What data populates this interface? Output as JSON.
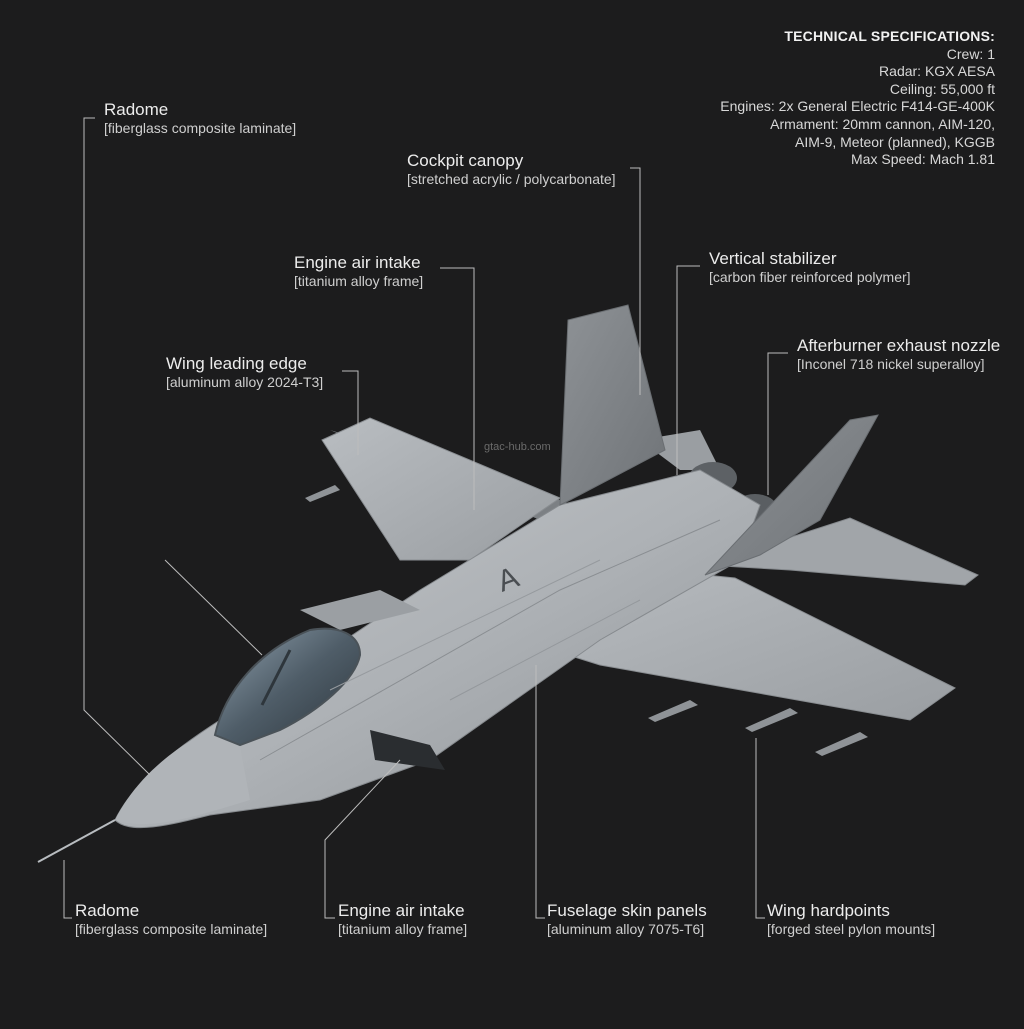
{
  "specs": {
    "heading": "TECHNICAL SPECIFICATIONS:",
    "lines": [
      "Crew: 1",
      "Radar: KGX AESA",
      "Ceiling: 55,000 ft",
      "Engines: 2x General Electric F414-GE-400K",
      "Armament: 20mm cannon, AIM-120,",
      "AIM-9, Meteor (planned), KGGB",
      "Max Speed: Mach 1.81"
    ]
  },
  "callouts": {
    "radome_top": {
      "title": "Radome",
      "material": "[fiberglass composite laminate]"
    },
    "canopy": {
      "title": "Cockpit canopy",
      "material": "[stretched acrylic / polycarbonate]"
    },
    "intake_top": {
      "title": "Engine air intake",
      "material": "[titanium alloy frame]"
    },
    "vertical_stabilizer": {
      "title": "Vertical stabilizer",
      "material": "[carbon fiber reinforced polymer]"
    },
    "wing_leading_edge": {
      "title": "Wing leading edge",
      "material": "[aluminum alloy 2024-T3]"
    },
    "afterburner": {
      "title": "Afterburner exhaust nozzle",
      "material": "[Inconel 718 nickel superalloy]"
    },
    "radome_bottom": {
      "title": "Radome",
      "material": "[fiberglass composite laminate]"
    },
    "intake_bottom": {
      "title": "Engine air intake",
      "material": "[titanium alloy frame]"
    },
    "fuselage": {
      "title": "Fuselage skin panels",
      "material": "[aluminum alloy 7075-T6]"
    },
    "hardpoints": {
      "title": "Wing hardpoints",
      "material": "[forged steel pylon mounts]"
    }
  },
  "watermark": "gtac-hub.com",
  "tail_marking": "A",
  "colors": {
    "background": "#1c1c1d",
    "airframe": "#a9adb1",
    "leader_line": "#bdbdbd",
    "text": "#ececec"
  }
}
